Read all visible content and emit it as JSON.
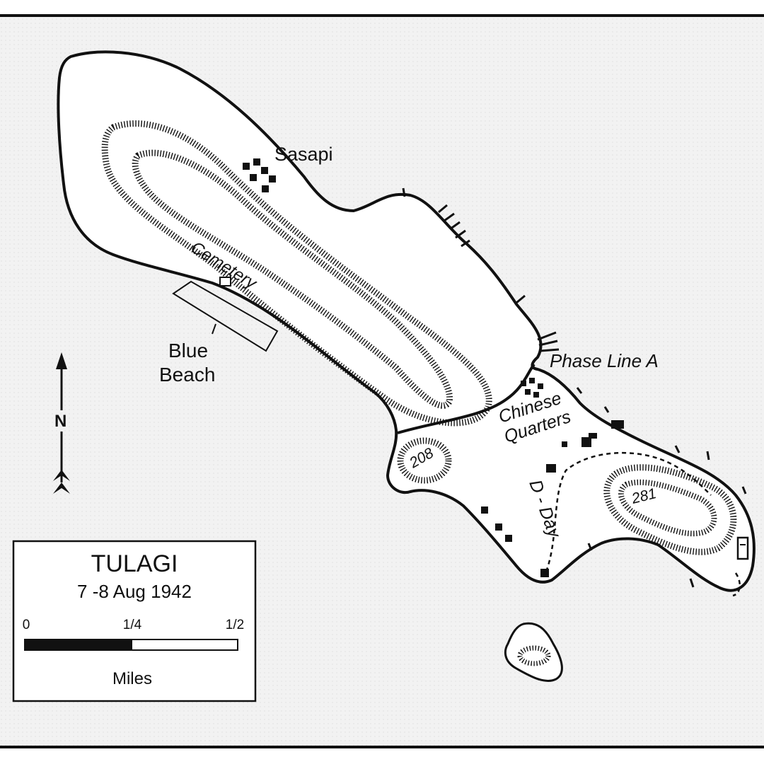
{
  "map": {
    "labels": {
      "sasapi": "Sasapi",
      "cemetery": "Cemetery",
      "blue_beach_line1": "Blue",
      "blue_beach_line2": "Beach",
      "phase_line_a": "Phase Line A",
      "chinese_quarters_line1": "Chinese",
      "chinese_quarters_line2": "Quarters",
      "hill_208": "208",
      "hill_281": "281",
      "d_day": "D - Day",
      "north": "N"
    },
    "colors": {
      "ink": "#111111",
      "background": "#f2f2f2",
      "land": "#ffffff"
    },
    "icons": [
      "north-arrow-icon",
      "building-icon",
      "contour-hachure"
    ]
  },
  "legend": {
    "title": "TULAGI",
    "date": "7 -8 Aug 1942",
    "scale_ticks": [
      "0",
      "1/4",
      "1/2"
    ],
    "unit": "Miles"
  }
}
